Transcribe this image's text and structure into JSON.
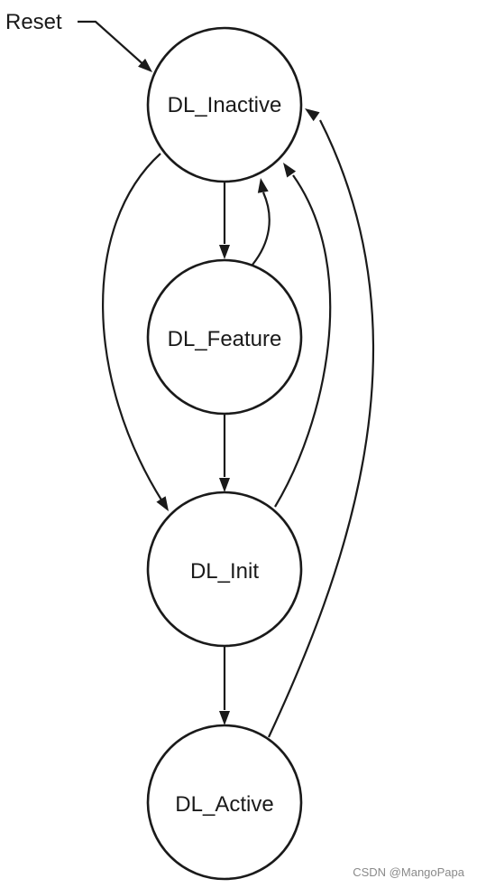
{
  "reset_label": "Reset",
  "states": [
    {
      "id": "inactive",
      "label": "DL_Inactive"
    },
    {
      "id": "feature",
      "label": "DL_Feature"
    },
    {
      "id": "init",
      "label": "DL_Init"
    },
    {
      "id": "active",
      "label": "DL_Active"
    }
  ],
  "transitions": [
    {
      "from": "reset",
      "to": "inactive"
    },
    {
      "from": "inactive",
      "to": "feature"
    },
    {
      "from": "feature",
      "to": "inactive"
    },
    {
      "from": "feature",
      "to": "init"
    },
    {
      "from": "inactive",
      "to": "init"
    },
    {
      "from": "init",
      "to": "inactive"
    },
    {
      "from": "init",
      "to": "active"
    },
    {
      "from": "active",
      "to": "inactive"
    }
  ],
  "watermark": "CSDN @MangoPapa",
  "colors": {
    "stroke": "#1a1a1a",
    "background": "#ffffff",
    "watermark": "#8a8a8a"
  }
}
